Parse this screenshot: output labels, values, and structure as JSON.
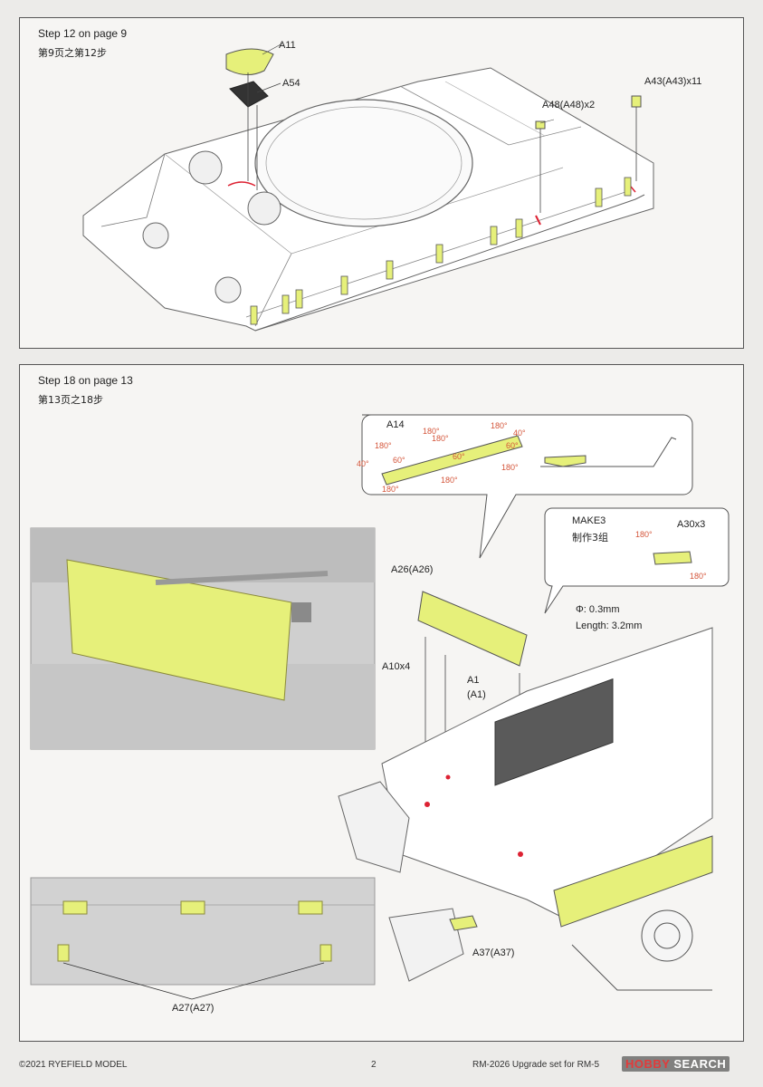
{
  "step12": {
    "title": "Step 12 on page 9",
    "subtitle": "第9页之第12步",
    "labels": {
      "a11": "A11",
      "a54": "A54",
      "a48": "A48(A48)x2",
      "a43": "A43(A43)x11"
    }
  },
  "step18": {
    "title": "Step 18 on page 13",
    "subtitle": "第13页之18步",
    "callout_a14": {
      "part": "A14",
      "angles": [
        "180°",
        "40°",
        "60°",
        "180°",
        "180°",
        "60°",
        "180°",
        "180°",
        "40°",
        "60°",
        "180°",
        "180°"
      ]
    },
    "callout_make3": {
      "line1": "MAKE3",
      "line2": "制作3组",
      "part": "A30x3",
      "angle_left": "180°",
      "angle_right": "180°"
    },
    "labels": {
      "a26": "A26(A26)",
      "a10": "A10x4",
      "a1_line1": "A1",
      "a1_line2": "(A1)",
      "a37": "A37(A37)",
      "a27": "A27(A27)",
      "phi": "Φ: 0.3mm",
      "length": "Length: 3.2mm"
    }
  },
  "footer": {
    "copyright": "©2021 RYEFIELD MODEL",
    "page": "2",
    "product": "RM-2026 Upgrade set for RM-5"
  },
  "watermark": {
    "prefix": "HOBBY",
    "suffix": "SEARCH"
  },
  "colors": {
    "part_highlight": "#e6f07a",
    "angle_text": "#d4553a",
    "line_art": "#555555"
  }
}
